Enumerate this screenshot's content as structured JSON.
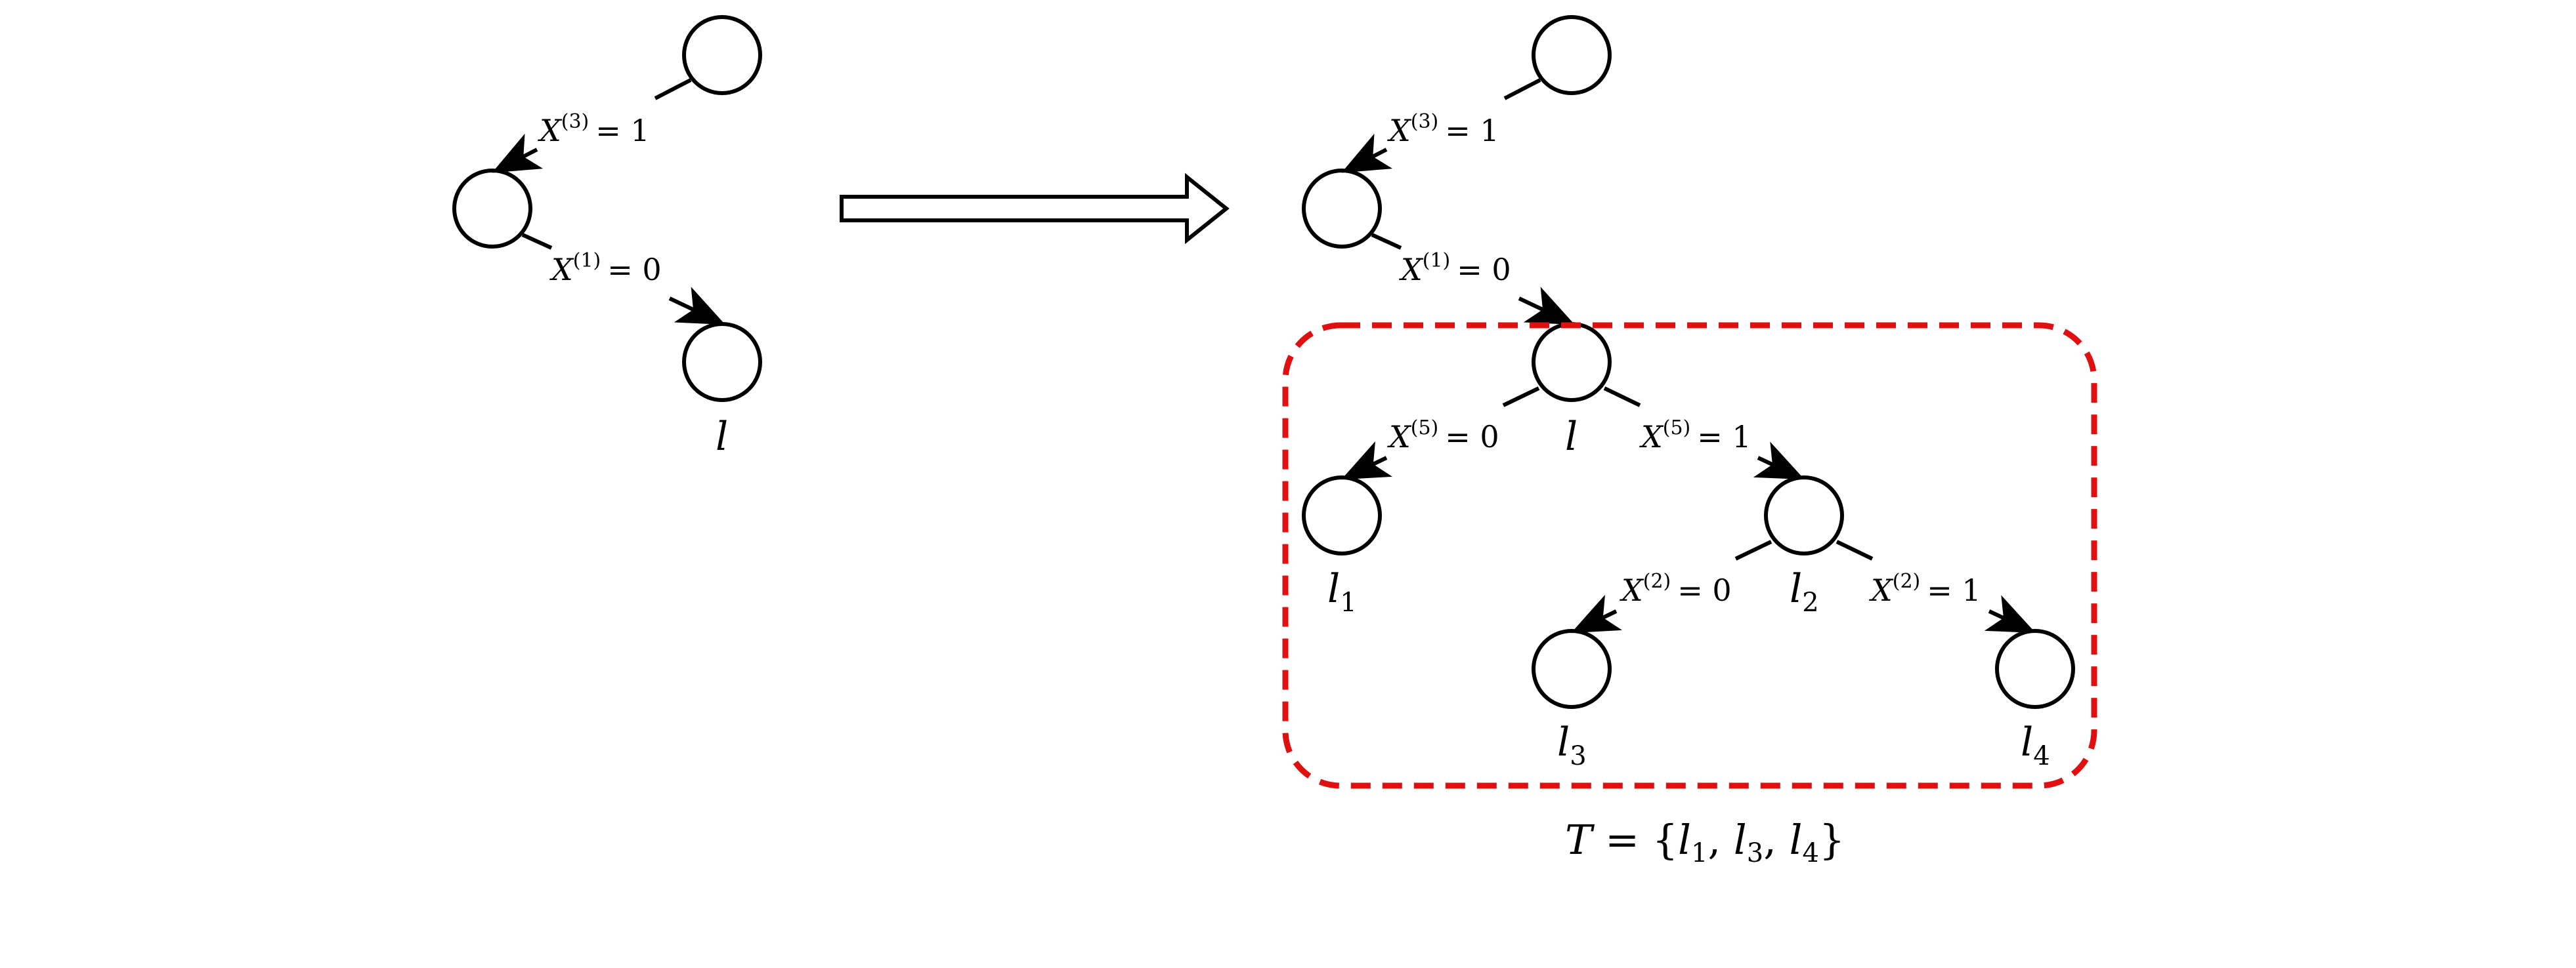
{
  "colors": {
    "stroke": "#000000",
    "highlight_box": "#e01010",
    "background": "#ffffff"
  },
  "left_tree": {
    "edges": [
      {
        "var": "X",
        "index": "(3)",
        "eq": "= 1"
      },
      {
        "var": "X",
        "index": "(1)",
        "eq": "= 0"
      }
    ],
    "leaf_label": "l"
  },
  "right_tree": {
    "edges": [
      {
        "var": "X",
        "index": "(3)",
        "eq": "= 1"
      },
      {
        "var": "X",
        "index": "(1)",
        "eq": "= 0"
      },
      {
        "var": "X",
        "index": "(5)",
        "eq": "= 0"
      },
      {
        "var": "X",
        "index": "(5)",
        "eq": "= 1"
      },
      {
        "var": "X",
        "index": "(2)",
        "eq": "= 0"
      },
      {
        "var": "X",
        "index": "(2)",
        "eq": "= 1"
      }
    ],
    "leaves": [
      {
        "base": "l",
        "sub": ""
      },
      {
        "base": "l",
        "sub": "1"
      },
      {
        "base": "l",
        "sub": "2"
      },
      {
        "base": "l",
        "sub": "3"
      },
      {
        "base": "l",
        "sub": "4"
      }
    ],
    "set_label": {
      "lhs": "T",
      "eq": " = {",
      "items": [
        {
          "base": "l",
          "sub": "1"
        },
        {
          "base": "l",
          "sub": "3"
        },
        {
          "base": "l",
          "sub": "4"
        }
      ],
      "sep": ", ",
      "close": "}"
    }
  }
}
